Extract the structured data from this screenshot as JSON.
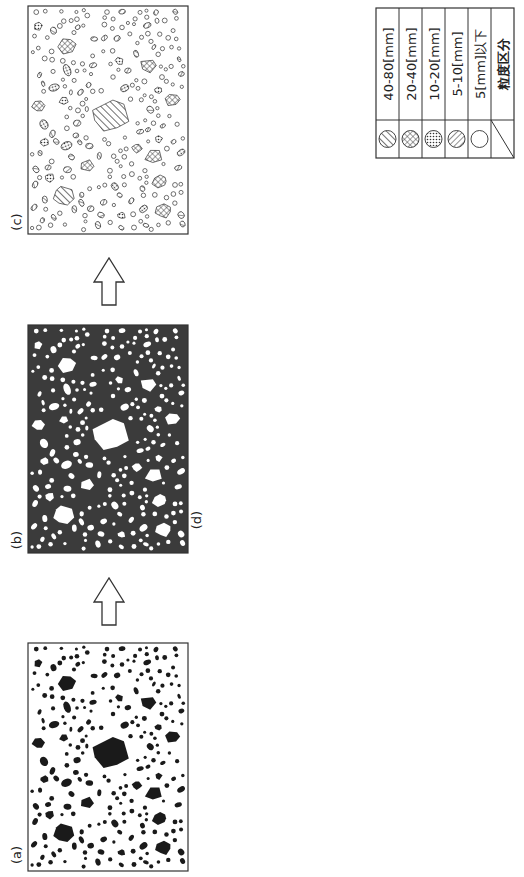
{
  "diagram": {
    "labels": [
      "(a)",
      "(b)",
      "(c)",
      "(d)",
      "粒度区分",
      "5[mm]以下",
      "5-10[mm]",
      "10-20[mm]",
      "20-40[mm]",
      "40-80[mm]"
    ]
  }
}
